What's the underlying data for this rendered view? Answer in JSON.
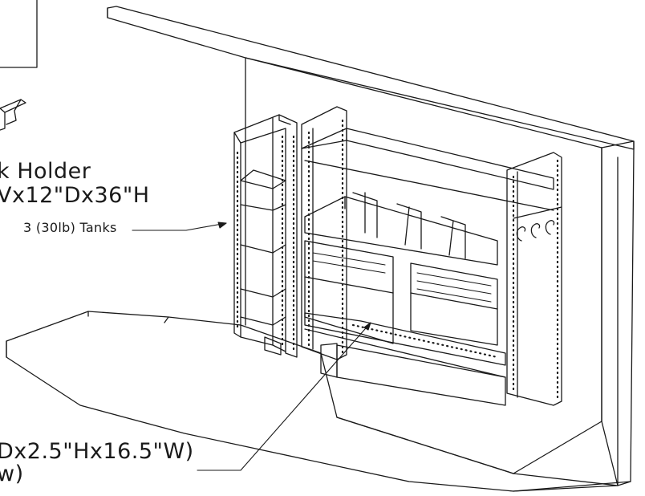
{
  "labels": {
    "holder_title": "k Holder",
    "holder_dims": "Vx12\"Dx36\"H",
    "tank_capacity": "3 (30lb) Tanks",
    "drawer_dims": "Dx2.5\"Hx16.5\"W)",
    "drawer_qty": "w)"
  },
  "colors": {
    "line": "#1a1a1a",
    "background": "#ffffff"
  }
}
